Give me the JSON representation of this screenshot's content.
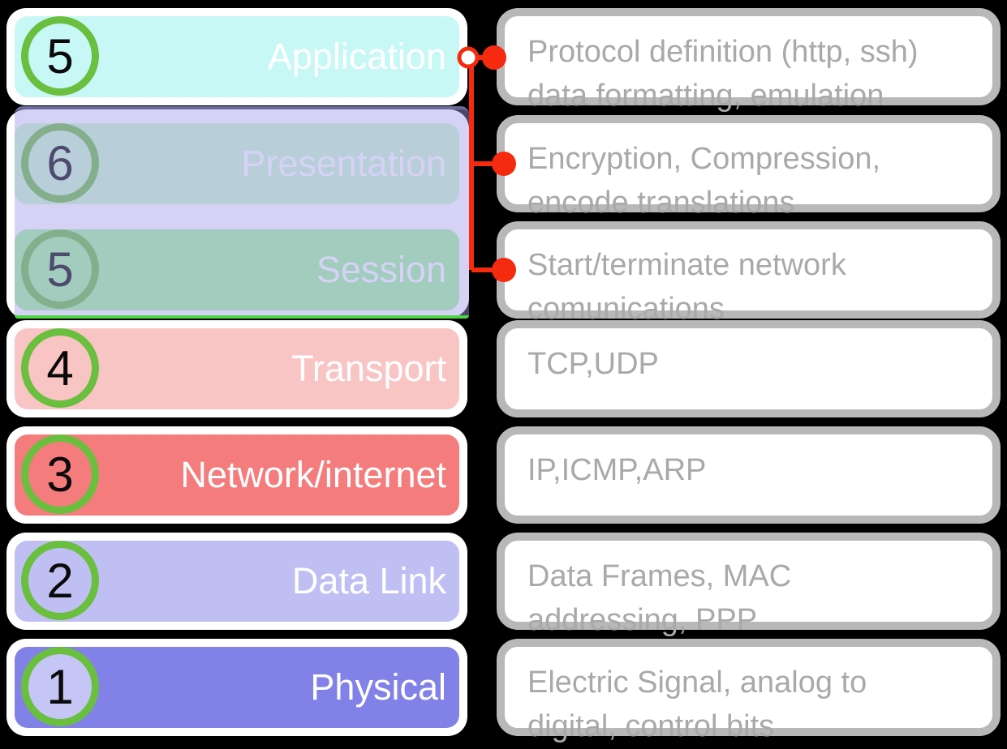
{
  "diagram": {
    "type": "osi-layer-diagram",
    "layers": [
      {
        "number": "5",
        "name": "Application",
        "description": "Protocol definition (http, ssh)\ndata formatting, emulation",
        "fill": "#c7f8f6",
        "circle_fill": "#c7f8f6"
      },
      {
        "number": "6",
        "name": "Presentation",
        "description": "Encryption, Compression,\nencode translations",
        "fill": "#c9f7ca",
        "circle_fill": "#c9f7ca"
      },
      {
        "number": "5",
        "name": "Session",
        "description": "Start/terminate network\ncomunications",
        "fill": "#9ef59a",
        "circle_fill": "#9ef59a"
      },
      {
        "number": "4",
        "name": "Transport",
        "description": "TCP,UDP",
        "fill": "#f9c4c4",
        "circle_fill": "#f9c4c4"
      },
      {
        "number": "3",
        "name": "Network/internet",
        "description": "IP,ICMP,ARP",
        "fill": "#f57c7c",
        "circle_fill": "#f57c7c"
      },
      {
        "number": "2",
        "name": "Data Link",
        "description": "Data Frames, MAC\naddressing, PPP",
        "fill": "#bfbff3",
        "circle_fill": "#bfbff3"
      },
      {
        "number": "1",
        "name": "Physical",
        "description": "Electric Signal, analog to\ndigital, control bits",
        "fill": "#8181e8",
        "circle_fill": "#c6c6f6"
      }
    ],
    "palette": {
      "connector_red": "#f52a0e",
      "circle_stroke_green": "#6abf3e",
      "desc_border_gray": "#b8b8b8",
      "desc_text_gray": "#a9a9a9",
      "overlay_fill": "rgba(165,155,235,0.45)",
      "overlay_top_border": "#6b6b99",
      "overlay_bottom_green": "#49d83f",
      "layer_label_color": "#ffffff",
      "layer_number_color": "#0a0a0a"
    }
  }
}
